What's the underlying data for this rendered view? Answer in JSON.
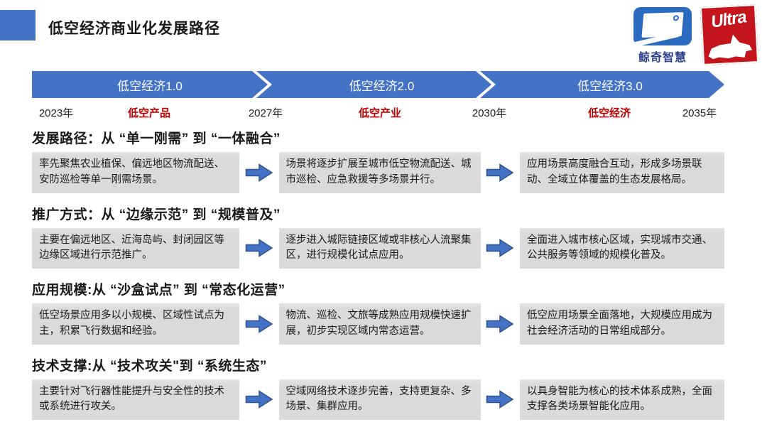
{
  "header": {
    "title": "低空经济商业化发展路径",
    "logo_whale": {
      "label": "鲸奇智慧"
    },
    "logo_ultra": {
      "label": "Ultra"
    }
  },
  "timeline": {
    "stages": [
      {
        "label": "低空经济1.0"
      },
      {
        "label": "低空经济2.0"
      },
      {
        "label": "低空经济3.0"
      }
    ],
    "markers": [
      {
        "text": "2023年",
        "type": "year"
      },
      {
        "text": "低空产品",
        "type": "theme"
      },
      {
        "text": "2027年",
        "type": "year"
      },
      {
        "text": "低空产业",
        "type": "theme"
      },
      {
        "text": "2030年",
        "type": "year"
      },
      {
        "text": "低空经济",
        "type": "theme"
      },
      {
        "text": "2035年",
        "type": "year"
      }
    ]
  },
  "sections": [
    {
      "heading": "发展路径：从 “单一刚需” 到 “一体融合”",
      "stages": [
        "率先聚焦农业植保、偏远地区物流配送、安防巡检等单一刚需场景。",
        "场景将逐步扩展至城市低空物流配送、城市巡检、应急救援等多场景并行。",
        "应用场景高度融合互动，形成多场景联动、全域立体覆盖的生态发展格局。"
      ]
    },
    {
      "heading": "推广方式：从 “边缘示范” 到 “规模普及”",
      "stages": [
        "主要在偏远地区、近海岛屿、封闭园区等边缘区域进行示范推广。",
        "逐步进入城际链接区域或非核心人流聚集区，进行规模化试点应用。",
        "全面进入城市核心区域，实现城市交通、公共服务等领域的规模化普及。"
      ]
    },
    {
      "heading": "应用规模:从 “沙盒试点” 到 “常态化运营”",
      "stages": [
        "低空场景应用多以小规模、区域性试点为主，积累飞行数据和经验。",
        "物流、巡检、文旅等成熟应用规模快速扩展，初步实现区域内常态运营。",
        "低空应用场景全面落地，大规模应用成为社会经济活动的日常组成部分。"
      ]
    },
    {
      "heading": "技术支撑:从 “技术攻关\"到 “系统生态”",
      "stages": [
        "主要针对飞行器性能提升与安全性的技术或系统进行攻关。",
        "空域网络技术逐步完善，支持更复杂、多场景、集群应用。",
        "以具身智能为核心的技术体系成熟，全面支撑各类场景智能化应用。"
      ]
    }
  ],
  "colors": {
    "accent_blue": "#4472C4",
    "arrow_outline": "#2F528F",
    "box_gray": "#DBDBDB",
    "red_label": "#C00000",
    "whale_blue": "#2A6BBF",
    "whale_text_blue": "#2B3F8C",
    "ultra_red": "#C4151C"
  }
}
